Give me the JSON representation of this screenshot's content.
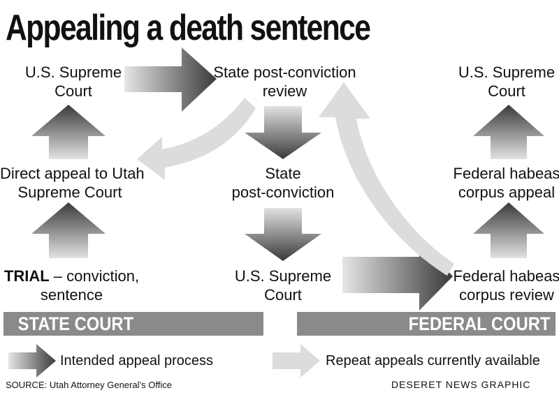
{
  "title": "Appealing a death sentence",
  "nodes": {
    "state_supreme_top": {
      "line1": "U.S. Supreme",
      "line2": "Court"
    },
    "state_pc_review": {
      "line1": "State post-conviction",
      "line2": "review"
    },
    "federal_supreme_top": {
      "line1": "U.S. Supreme",
      "line2": "Court"
    },
    "direct_appeal": {
      "line1": "Direct appeal to Utah",
      "line2": "Supreme Court"
    },
    "state_pc": {
      "line1": "State",
      "line2": "post-conviction"
    },
    "habeas_appeal": {
      "line1": "Federal habeas",
      "line2": "corpus appeal"
    },
    "trial": {
      "bold": "TRIAL",
      "rest": " – conviction,",
      "line2": "sentence"
    },
    "mid_supreme": {
      "line1": "U.S. Supreme",
      "line2": "Court"
    },
    "habeas_review": {
      "line1": "Federal habeas",
      "line2": "corpus review"
    }
  },
  "bars": {
    "state": "STATE COURT",
    "federal": "FEDERAL COURT"
  },
  "legend": {
    "intended": "Intended appeal process",
    "repeat": "Repeat appeals currently available"
  },
  "source": "SOURCE: Utah Attorney General’s Office",
  "credit": "DESERET NEWS GRAPHIC",
  "colors": {
    "dark_arrow_start": "#d9d9d9",
    "dark_arrow_end": "#3a3a3a",
    "light_arrow": "#dcdcdc",
    "bar": "#8a8a8a"
  }
}
